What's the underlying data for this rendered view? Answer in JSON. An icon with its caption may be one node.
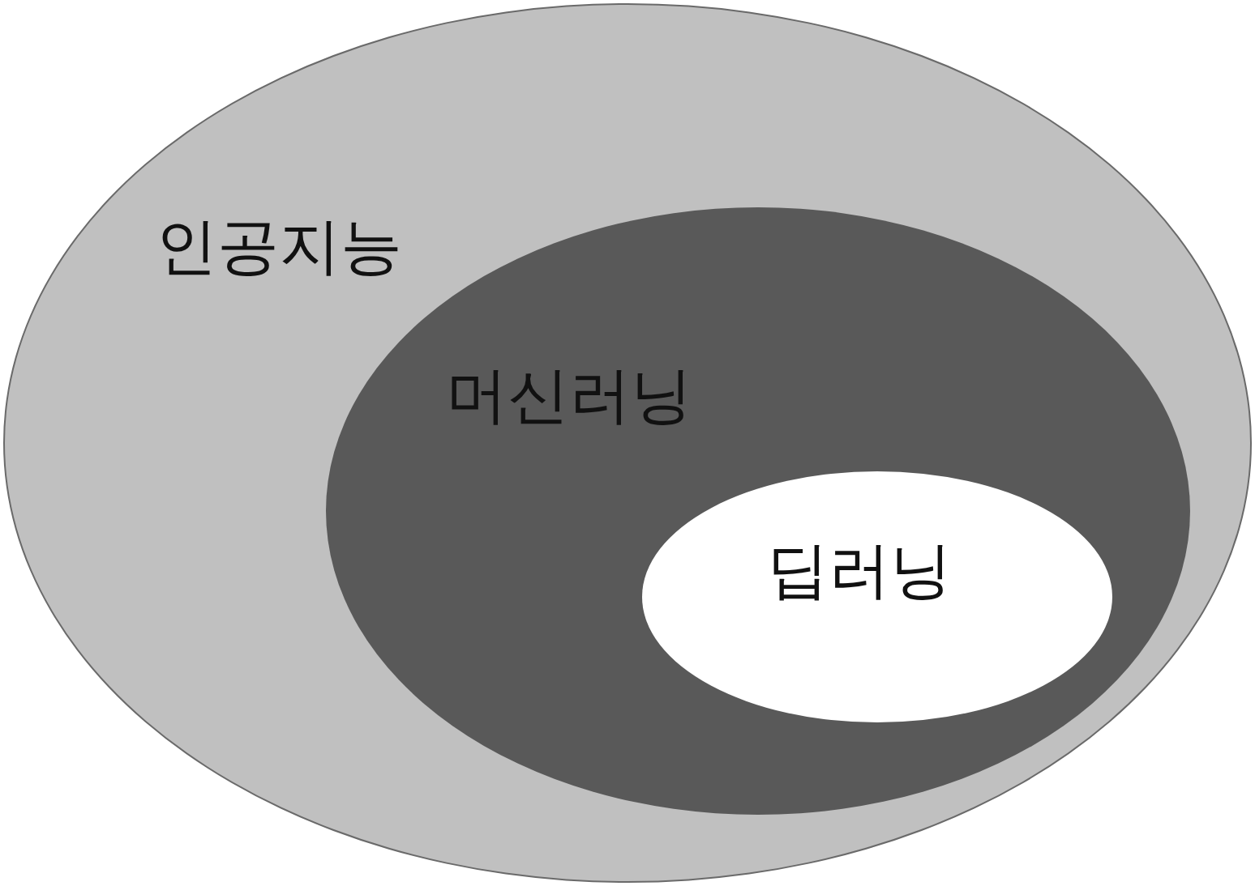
{
  "diagram": {
    "nodes": [
      {
        "text": [
          "인공지능"
        ]
      },
      {
        "text": [
          "머신러닝"
        ],
        "in": 0
      },
      {
        "text": [
          "딥러닝"
        ],
        "in": 1
      }
    ]
  }
}
